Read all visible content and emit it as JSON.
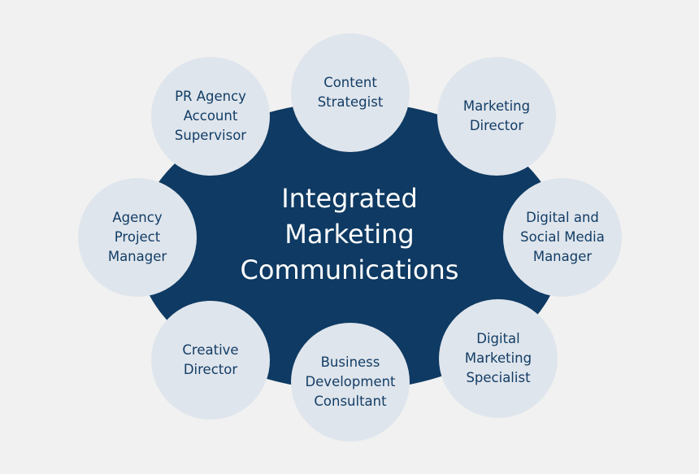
{
  "center": {
    "lines": [
      "Integrated",
      "Marketing",
      "Communications"
    ]
  },
  "nodes": [
    {
      "id": "content-strategist",
      "lines": [
        "Content",
        "Strategist"
      ]
    },
    {
      "id": "marketing-director",
      "lines": [
        "Marketing",
        "Director"
      ]
    },
    {
      "id": "digital-social-media-manager",
      "lines": [
        "Digital and",
        "Social Media",
        "Manager"
      ]
    },
    {
      "id": "digital-marketing-specialist",
      "lines": [
        "Digital",
        "Marketing",
        "Specialist"
      ]
    },
    {
      "id": "business-development-consultant",
      "lines": [
        "Business",
        "Development",
        "Consultant"
      ]
    },
    {
      "id": "creative-director",
      "lines": [
        "Creative",
        "Director"
      ]
    },
    {
      "id": "agency-project-manager",
      "lines": [
        "Agency",
        "Project",
        "Manager"
      ]
    },
    {
      "id": "pr-agency-account-supervisor",
      "lines": [
        "PR Agency",
        "Account",
        "Supervisor"
      ]
    }
  ],
  "colors": {
    "background": "#f1f1f1",
    "center_fill": "#0e3a63",
    "node_fill": "#dfe5ec",
    "node_text": "#123d66",
    "center_text": "#ffffff"
  }
}
